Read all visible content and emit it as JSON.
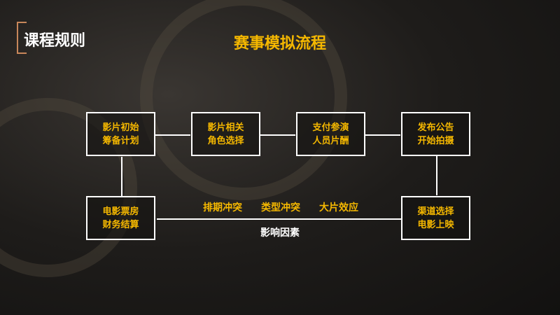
{
  "header": {
    "section_title": "课程规则",
    "slide_title": "赛事模拟流程"
  },
  "flow": {
    "steps": [
      {
        "line1": "影片初始",
        "line2": "筹备计划"
      },
      {
        "line1": "影片相关",
        "line2": "角色选择"
      },
      {
        "line1": "支付参演",
        "line2": "人员片酬"
      },
      {
        "line1": "发布公告",
        "line2": "开始拍摄"
      },
      {
        "line1": "渠道选择",
        "line2": "电影上映"
      },
      {
        "line1": "电影票房",
        "line2": "财务结算"
      }
    ],
    "factors": [
      "排期冲突",
      "类型冲突",
      "大片效应"
    ],
    "factors_label": "影响因素"
  },
  "colors": {
    "accent": "#f5b800",
    "bracket": "#c8875a"
  }
}
